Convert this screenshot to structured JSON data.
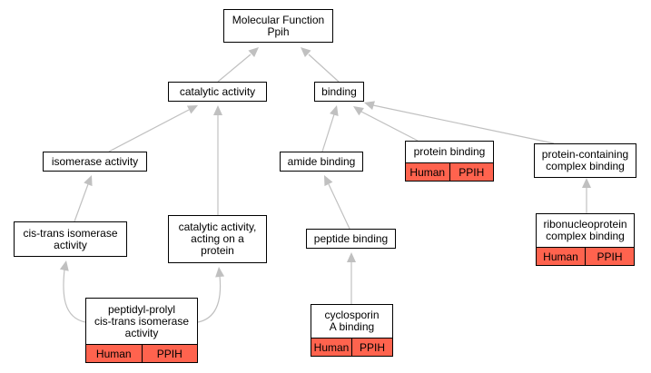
{
  "diagram": {
    "edge_color": "#c0c0c0",
    "tag_color": "#ff634e",
    "nodes": {
      "mf_root": {
        "label": "Molecular Function\nPpih"
      },
      "catalytic": {
        "label": "catalytic activity"
      },
      "binding": {
        "label": "binding"
      },
      "isomerase": {
        "label": "isomerase activity"
      },
      "amide": {
        "label": "amide binding"
      },
      "protein_binding": {
        "label": "protein binding",
        "tags": [
          "Human",
          "PPIH"
        ]
      },
      "protein_complex": {
        "label": "protein-containing\ncomplex binding"
      },
      "cis_trans": {
        "label": "cis-trans isomerase\nactivity"
      },
      "cat_protein": {
        "label": "catalytic activity,\nacting on a\nprotein"
      },
      "peptide": {
        "label": "peptide binding"
      },
      "ribonucleo": {
        "label": "ribonucleoprotein\ncomplex binding",
        "tags": [
          "Human",
          "PPIH"
        ]
      },
      "ppiase": {
        "label": "peptidyl-prolyl\ncis-trans isomerase\nactivity",
        "tags": [
          "Human",
          "PPIH"
        ]
      },
      "cyclosporin": {
        "label": "cyclosporin\nA binding",
        "tags": [
          "Human",
          "PPIH"
        ]
      }
    },
    "edges": [
      {
        "from": "catalytic",
        "to": "mf_root"
      },
      {
        "from": "binding",
        "to": "mf_root"
      },
      {
        "from": "isomerase",
        "to": "catalytic"
      },
      {
        "from": "cat_protein",
        "to": "catalytic"
      },
      {
        "from": "amide",
        "to": "binding"
      },
      {
        "from": "protein_binding",
        "to": "binding"
      },
      {
        "from": "protein_complex",
        "to": "binding"
      },
      {
        "from": "cis_trans",
        "to": "isomerase"
      },
      {
        "from": "peptide",
        "to": "amide"
      },
      {
        "from": "ribonucleo",
        "to": "protein_complex"
      },
      {
        "from": "ppiase",
        "to": "cis_trans"
      },
      {
        "from": "ppiase",
        "to": "cat_protein"
      },
      {
        "from": "cyclosporin",
        "to": "peptide"
      }
    ]
  }
}
